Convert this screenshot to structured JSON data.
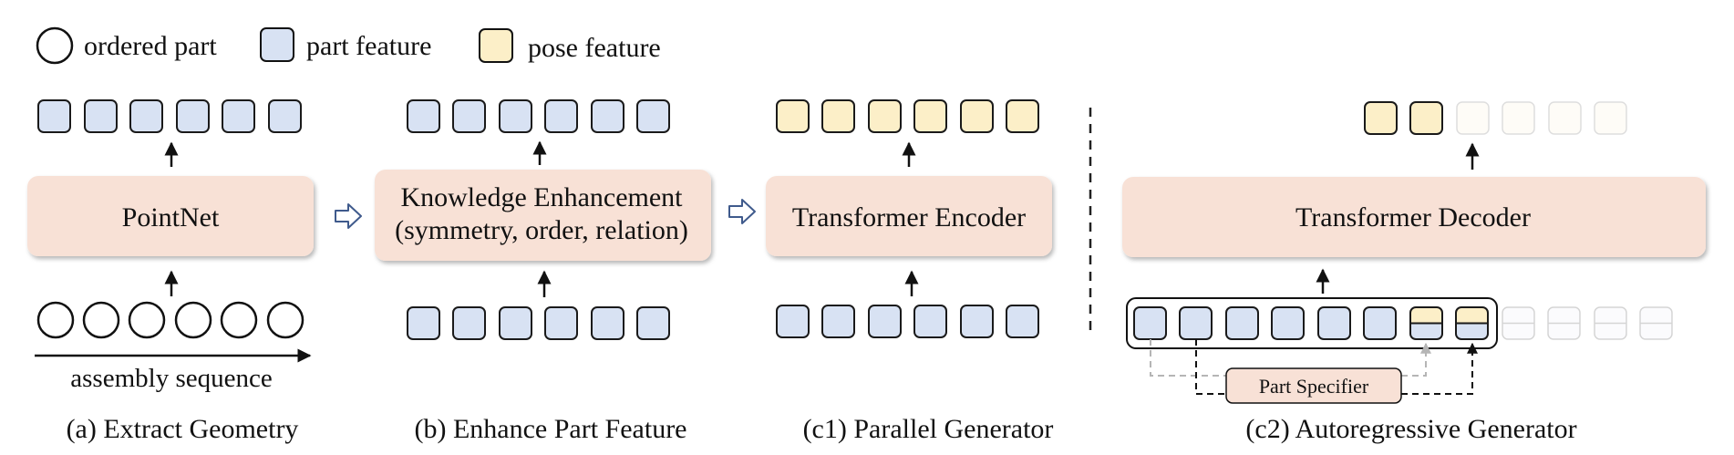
{
  "colors": {
    "part_feature": "#d8e2f3",
    "pose_feature": "#fcefc8",
    "module_fill": "#f8e1d6",
    "outline": "#1a1a1a",
    "faded_outline": "#cfcfcf",
    "arrow_hollow": "#3f5a8c"
  },
  "legend": {
    "ordered_part": "ordered part",
    "part_feature": "part feature",
    "pose_feature": "pose feature"
  },
  "panel_a": {
    "module": "PointNet",
    "sequence_label": "assembly sequence",
    "caption": "(a) Extract Geometry"
  },
  "panel_b": {
    "module_line1": "Knowledge Enhancement",
    "module_line2": "(symmetry, order, relation)",
    "caption": "(b) Enhance Part Feature"
  },
  "panel_c1": {
    "module": "Transformer Encoder",
    "caption": "(c1) Parallel Generator"
  },
  "panel_c2": {
    "module": "Transformer Decoder",
    "specifier": "Part Specifier",
    "caption": "(c2) Autoregressive Generator"
  }
}
